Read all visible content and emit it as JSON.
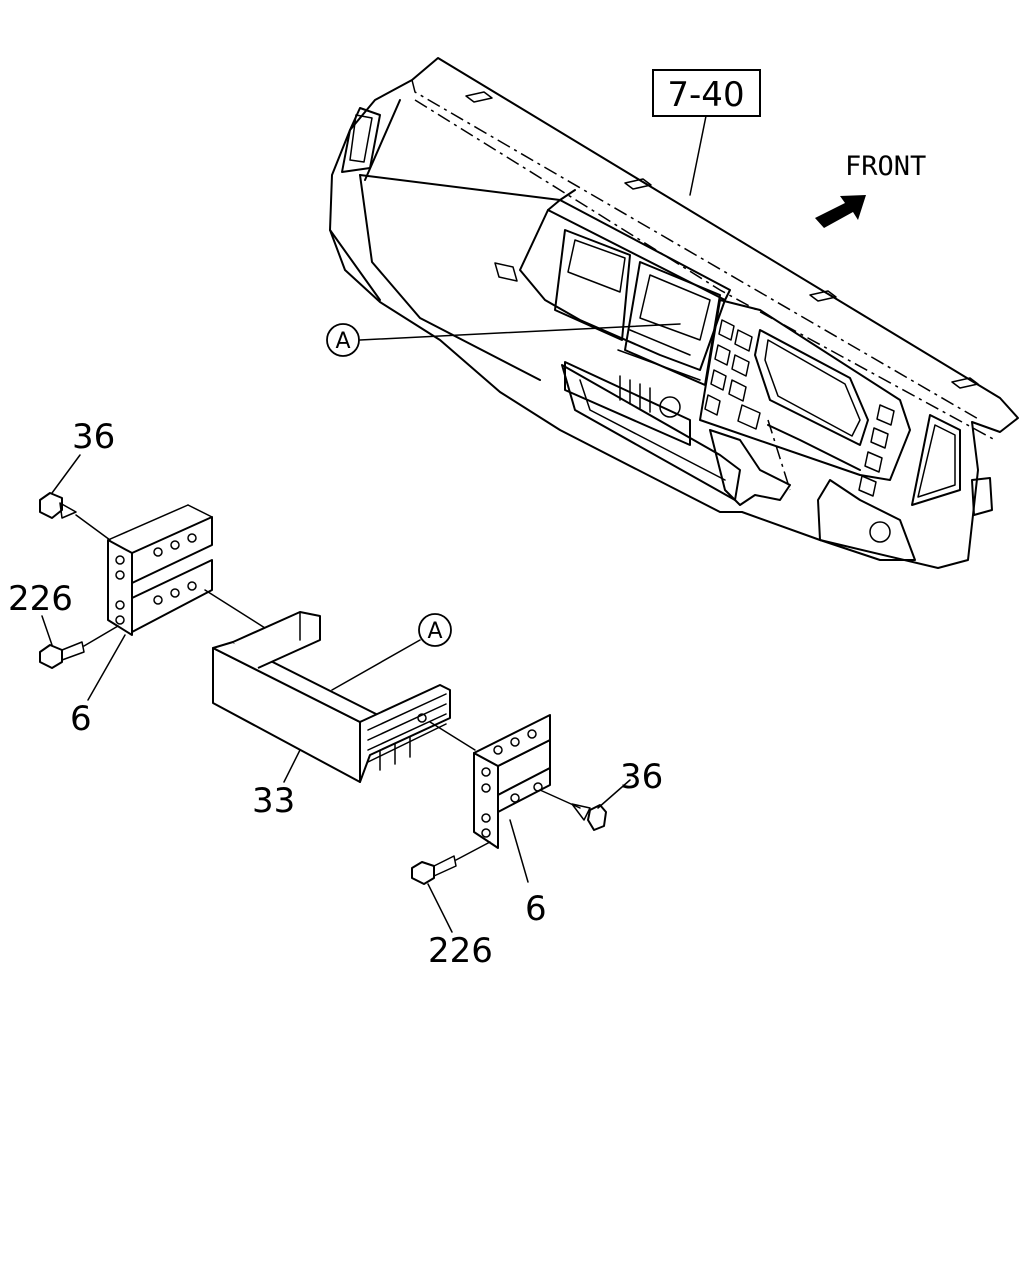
{
  "diagram": {
    "ref_box": "7-40",
    "direction": "FRONT",
    "callouts": {
      "detail_a_top": "A",
      "detail_a_part": "A",
      "screw_left": "36",
      "screw_right": "36",
      "bolt_left": "226",
      "bolt_right": "226",
      "bracket_left": "6",
      "bracket_right": "6",
      "pocket": "33"
    }
  }
}
